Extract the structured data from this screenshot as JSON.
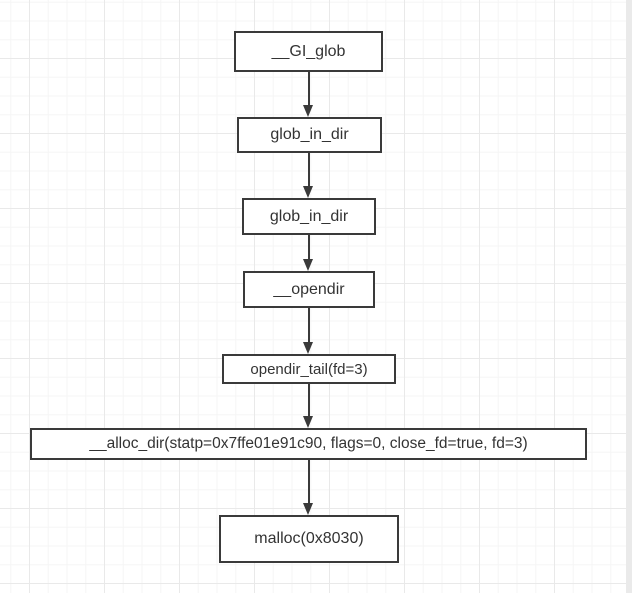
{
  "canvas": {
    "background_color": "#ffffff",
    "grid_minor_color": "#f5f5f5",
    "grid_major_color": "#e9e9e9",
    "stroke_color": "#3a3a3a",
    "text_color": "#333333",
    "gutter_color": "#eaeaea"
  },
  "diagram": {
    "type": "flowchart",
    "direction": "top-down",
    "nodes": [
      {
        "label": "__GI_glob"
      },
      {
        "label": "glob_in_dir"
      },
      {
        "label": "glob_in_dir"
      },
      {
        "label": "__opendir"
      },
      {
        "label": "opendir_tail(fd=3)"
      },
      {
        "label": "__alloc_dir(statp=0x7ffe01e91c90, flags=0, close_fd=true, fd=3)"
      },
      {
        "label": "malloc(0x8030)"
      }
    ],
    "edges": [
      {
        "from": 0,
        "to": 1
      },
      {
        "from": 1,
        "to": 2
      },
      {
        "from": 2,
        "to": 3
      },
      {
        "from": 3,
        "to": 4
      },
      {
        "from": 4,
        "to": 5
      },
      {
        "from": 5,
        "to": 6
      }
    ]
  }
}
